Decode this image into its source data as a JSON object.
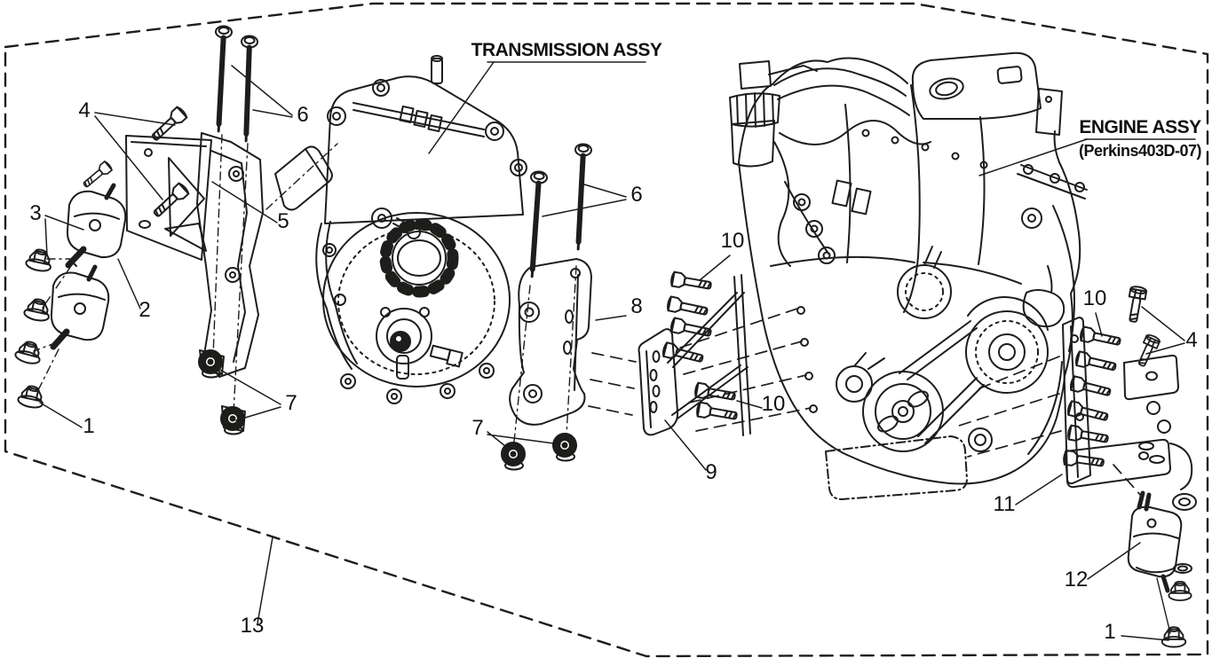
{
  "diagram": {
    "type": "exploded-parts-diagram",
    "subject": "engine-and-transmission-mounting",
    "background_color": "#ffffff",
    "line_color": "#1d1d1b",
    "border_style": "dashed-polygon"
  },
  "labels": {
    "transmission": {
      "text": "TRANSMISSION ASSY"
    },
    "engine": {
      "text": "ENGINE ASSY",
      "model": "(Perkins403D-07)"
    }
  },
  "callouts": [
    {
      "id": "4-left",
      "label": "4"
    },
    {
      "id": "6-left",
      "label": "6"
    },
    {
      "id": "3-left",
      "label": "3"
    },
    {
      "id": "5-plate",
      "label": "5"
    },
    {
      "id": "2-mount",
      "label": "2"
    },
    {
      "id": "7-left",
      "label": "7"
    },
    {
      "id": "1-left",
      "label": "1"
    },
    {
      "id": "6-mid",
      "label": "6"
    },
    {
      "id": "8-bracket",
      "label": "8"
    },
    {
      "id": "7-mid",
      "label": "7"
    },
    {
      "id": "9-plate",
      "label": "9"
    },
    {
      "id": "10-mid-top",
      "label": "10"
    },
    {
      "id": "10-mid-right",
      "label": "10"
    },
    {
      "id": "10-right",
      "label": "10"
    },
    {
      "id": "4-right",
      "label": "4"
    },
    {
      "id": "11-bracket",
      "label": "11"
    },
    {
      "id": "12-mount",
      "label": "12"
    },
    {
      "id": "1-right",
      "label": "1"
    },
    {
      "id": "13-border",
      "label": "13"
    }
  ]
}
